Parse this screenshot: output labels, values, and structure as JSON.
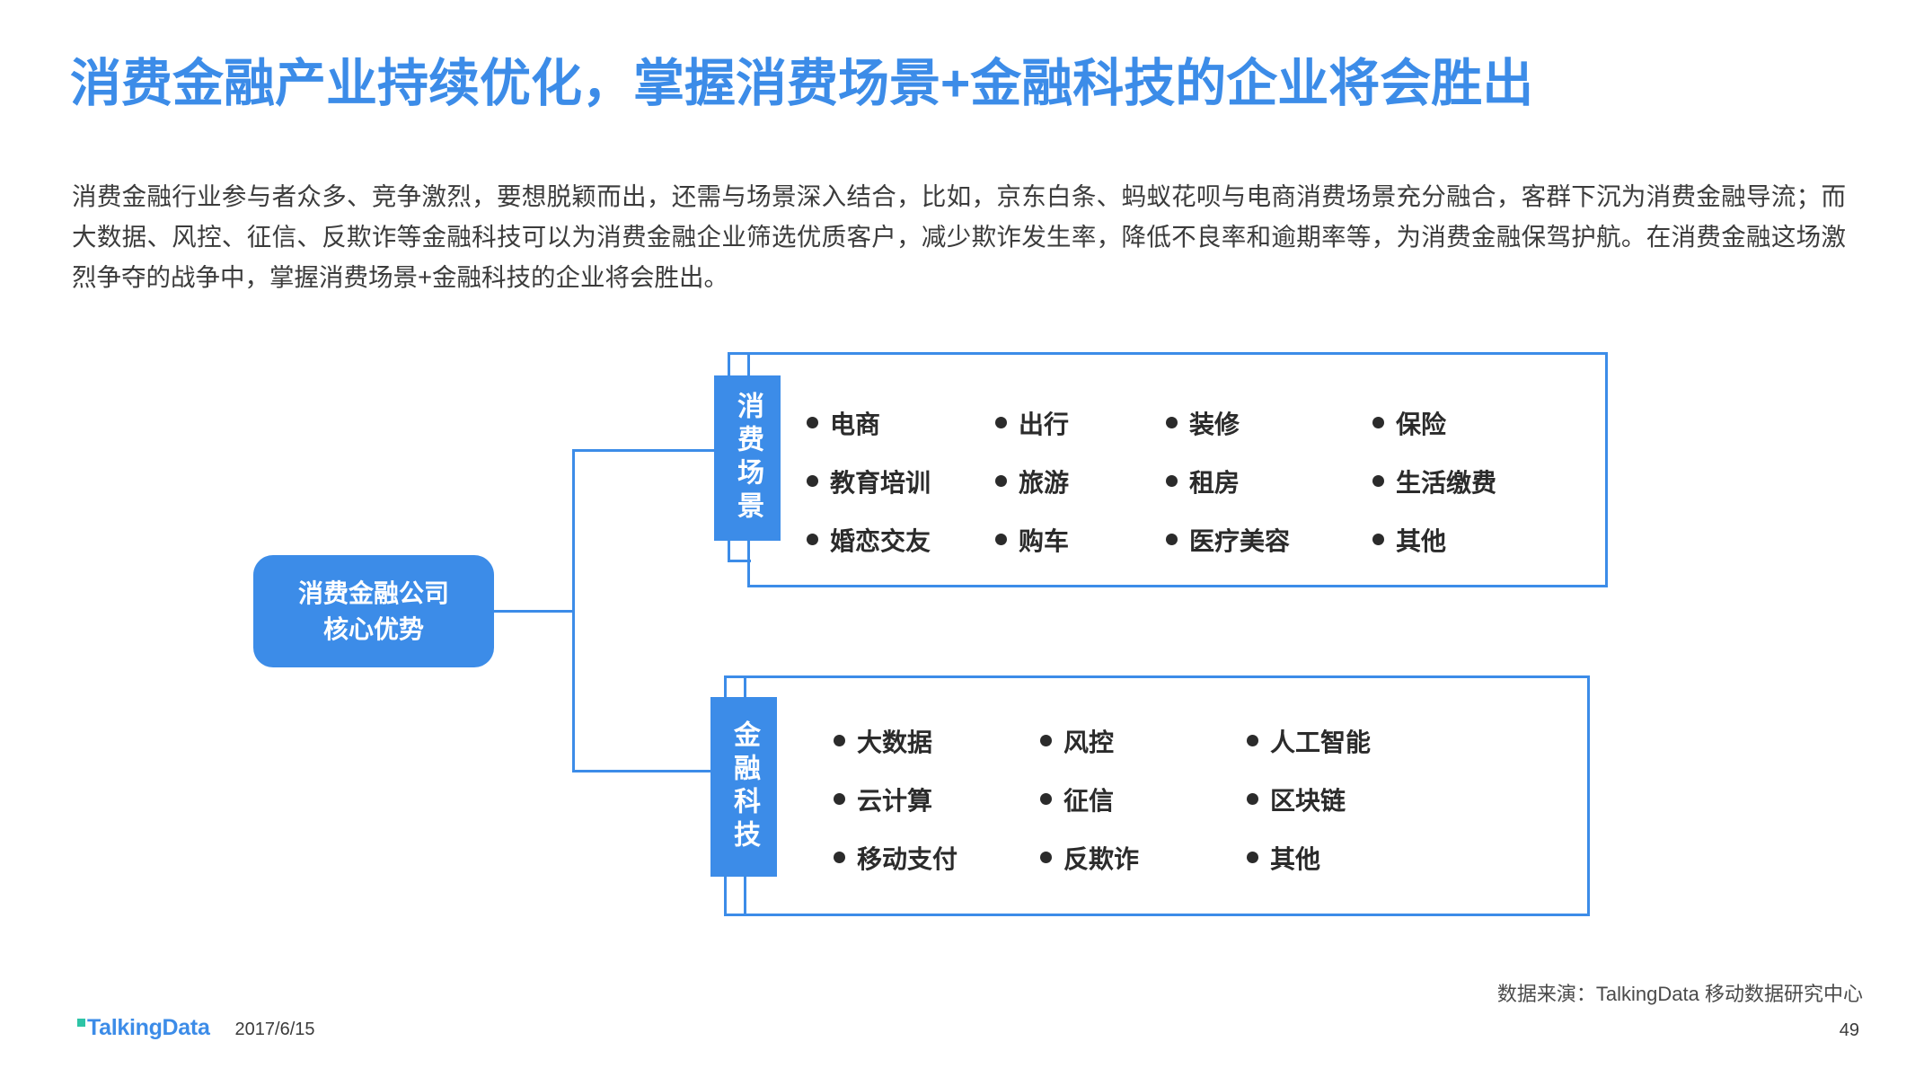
{
  "slide": {
    "title": "消费金融产业持续优化，掌握消费场景+金融科技的企业将会胜出",
    "body": "消费金融行业参与者众多、竞争激烈，要想脱颖而出，还需与场景深入结合，比如，京东白条、蚂蚁花呗与电商消费场景充分融合，客群下沉为消费金融导流；而大数据、风控、征信、反欺诈等金融科技可以为消费金融企业筛选优质客户，减少欺诈发生率，降低不良率和逾期率等，为消费金融保驾护航。在消费金融这场激烈争夺的战争中，掌握消费场景+金融科技的企业将会胜出。"
  },
  "diagram": {
    "center": {
      "line1": "消费金融公司",
      "line2": "核心优势"
    },
    "branches": [
      {
        "tab_label": "消费场景",
        "items": [
          "电商",
          "出行",
          "装修",
          "保险",
          "教育培训",
          "旅游",
          "租房",
          "生活缴费",
          "婚恋交友",
          "购车",
          "医疗美容",
          "其他"
        ]
      },
      {
        "tab_label": "金融科技",
        "items": [
          "大数据",
          "风控",
          "人工智能",
          "云计算",
          "征信",
          "区块链",
          "移动支付",
          "反欺诈",
          "其他"
        ]
      }
    ]
  },
  "footer": {
    "source": "数据来演：TalkingData 移动数据研究中心",
    "logo": "TalkingData",
    "date": "2017/6/15",
    "page_number": "49"
  },
  "colors": {
    "accent": "#3c8ce8",
    "text": "#3b3b3b",
    "logo_mark": "#2ec4a6"
  }
}
